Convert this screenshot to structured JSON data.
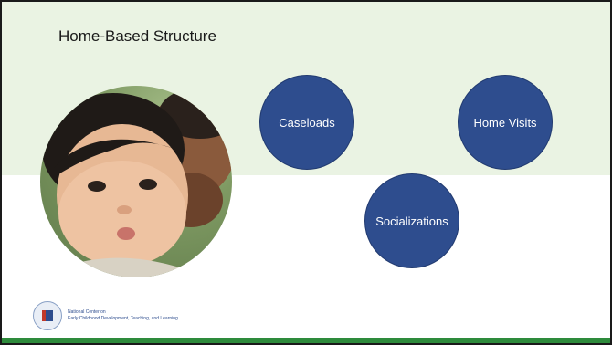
{
  "slide": {
    "title": "Home-Based Structure",
    "circles": [
      {
        "label": "Caseloads"
      },
      {
        "label": "Home Visits"
      },
      {
        "label": "Socializations"
      }
    ],
    "logo": {
      "line1": "National Center on",
      "line2": "Early Childhood Development, Teaching, and Learning"
    }
  },
  "colors": {
    "band": "#eaf3e3",
    "circle": "#2e4d8e",
    "accent_bar": "#2e8b3c"
  }
}
